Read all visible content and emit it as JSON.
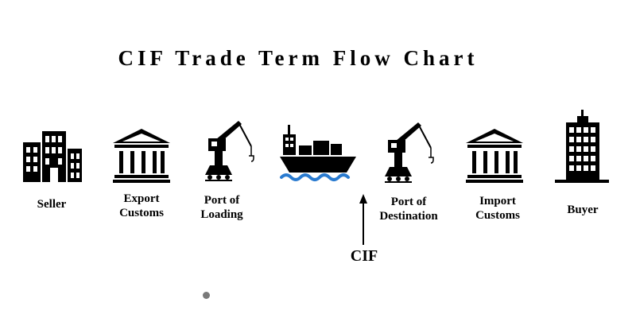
{
  "title": "CIF Trade Term Flow Chart",
  "nodes": [
    {
      "id": "seller",
      "icon": "office-building-icon",
      "lines": [
        "Seller"
      ]
    },
    {
      "id": "export-customs",
      "icon": "customs-building-icon",
      "lines": [
        "Export",
        "Customs"
      ]
    },
    {
      "id": "port-of-loading",
      "icon": "port-crane-icon",
      "lines": [
        "Port of",
        "Loading"
      ]
    },
    {
      "id": "ship",
      "icon": "cargo-ship-icon",
      "lines": []
    },
    {
      "id": "port-of-destination",
      "icon": "port-crane-icon",
      "lines": [
        "Port of",
        "Destination"
      ]
    },
    {
      "id": "import-customs",
      "icon": "customs-building-icon",
      "lines": [
        "Import",
        "Customs"
      ]
    },
    {
      "id": "buyer",
      "icon": "skyscraper-icon",
      "lines": [
        "Buyer"
      ]
    }
  ],
  "marker": {
    "label": "CIF",
    "icon": "up-arrow-icon"
  },
  "colors": {
    "ink": "#000000",
    "water": "#2a7bd0",
    "dot": "#7a7a7a"
  }
}
